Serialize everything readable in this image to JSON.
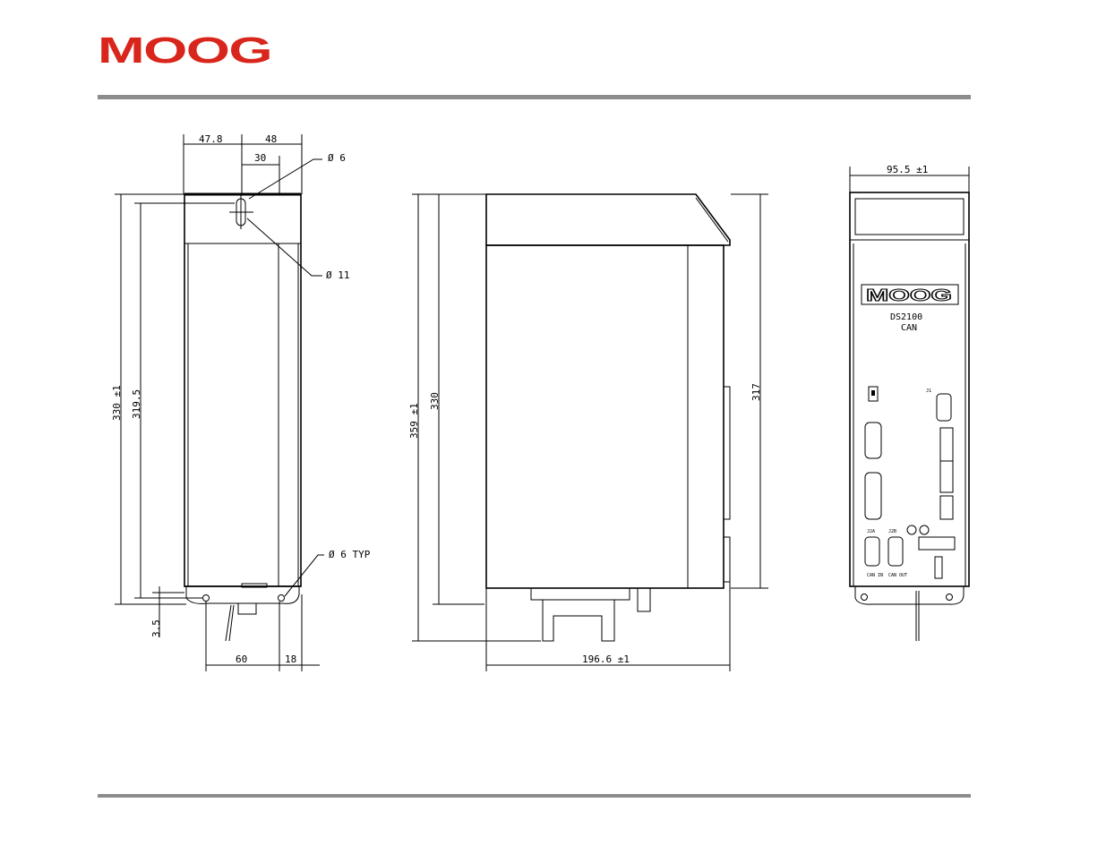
{
  "brand": {
    "logo_text": "MOOG",
    "logo_color": "#d9261c",
    "rule_color": "#8c8c8c"
  },
  "front_view": {
    "dim_width_left": "47.8",
    "dim_width_right": "48",
    "dim_hole_offset": "30",
    "dim_top_hole": "Ø 6",
    "dim_slot": "Ø 11",
    "dim_bottom_holes": "Ø 6 TYP",
    "dim_height_total": "330 ±1",
    "dim_height_holes": "319.5",
    "dim_bottom_offset": "3.5",
    "dim_bottom_left": "60",
    "dim_bottom_right": "18"
  },
  "side_view": {
    "dim_height_overall": "359 ±1",
    "dim_height_body": "330",
    "dim_height_right": "317",
    "dim_depth": "196.6 ±1"
  },
  "panel_view": {
    "dim_width": "95.5 ±1",
    "panel_logo": "MOOG",
    "model": "DS2100",
    "bus": "CAN",
    "label_j1": "J1",
    "label_j2a": "J2A",
    "label_j2b": "J2B",
    "label_canin": "CAN IN",
    "label_canout": "CAN OUT"
  }
}
